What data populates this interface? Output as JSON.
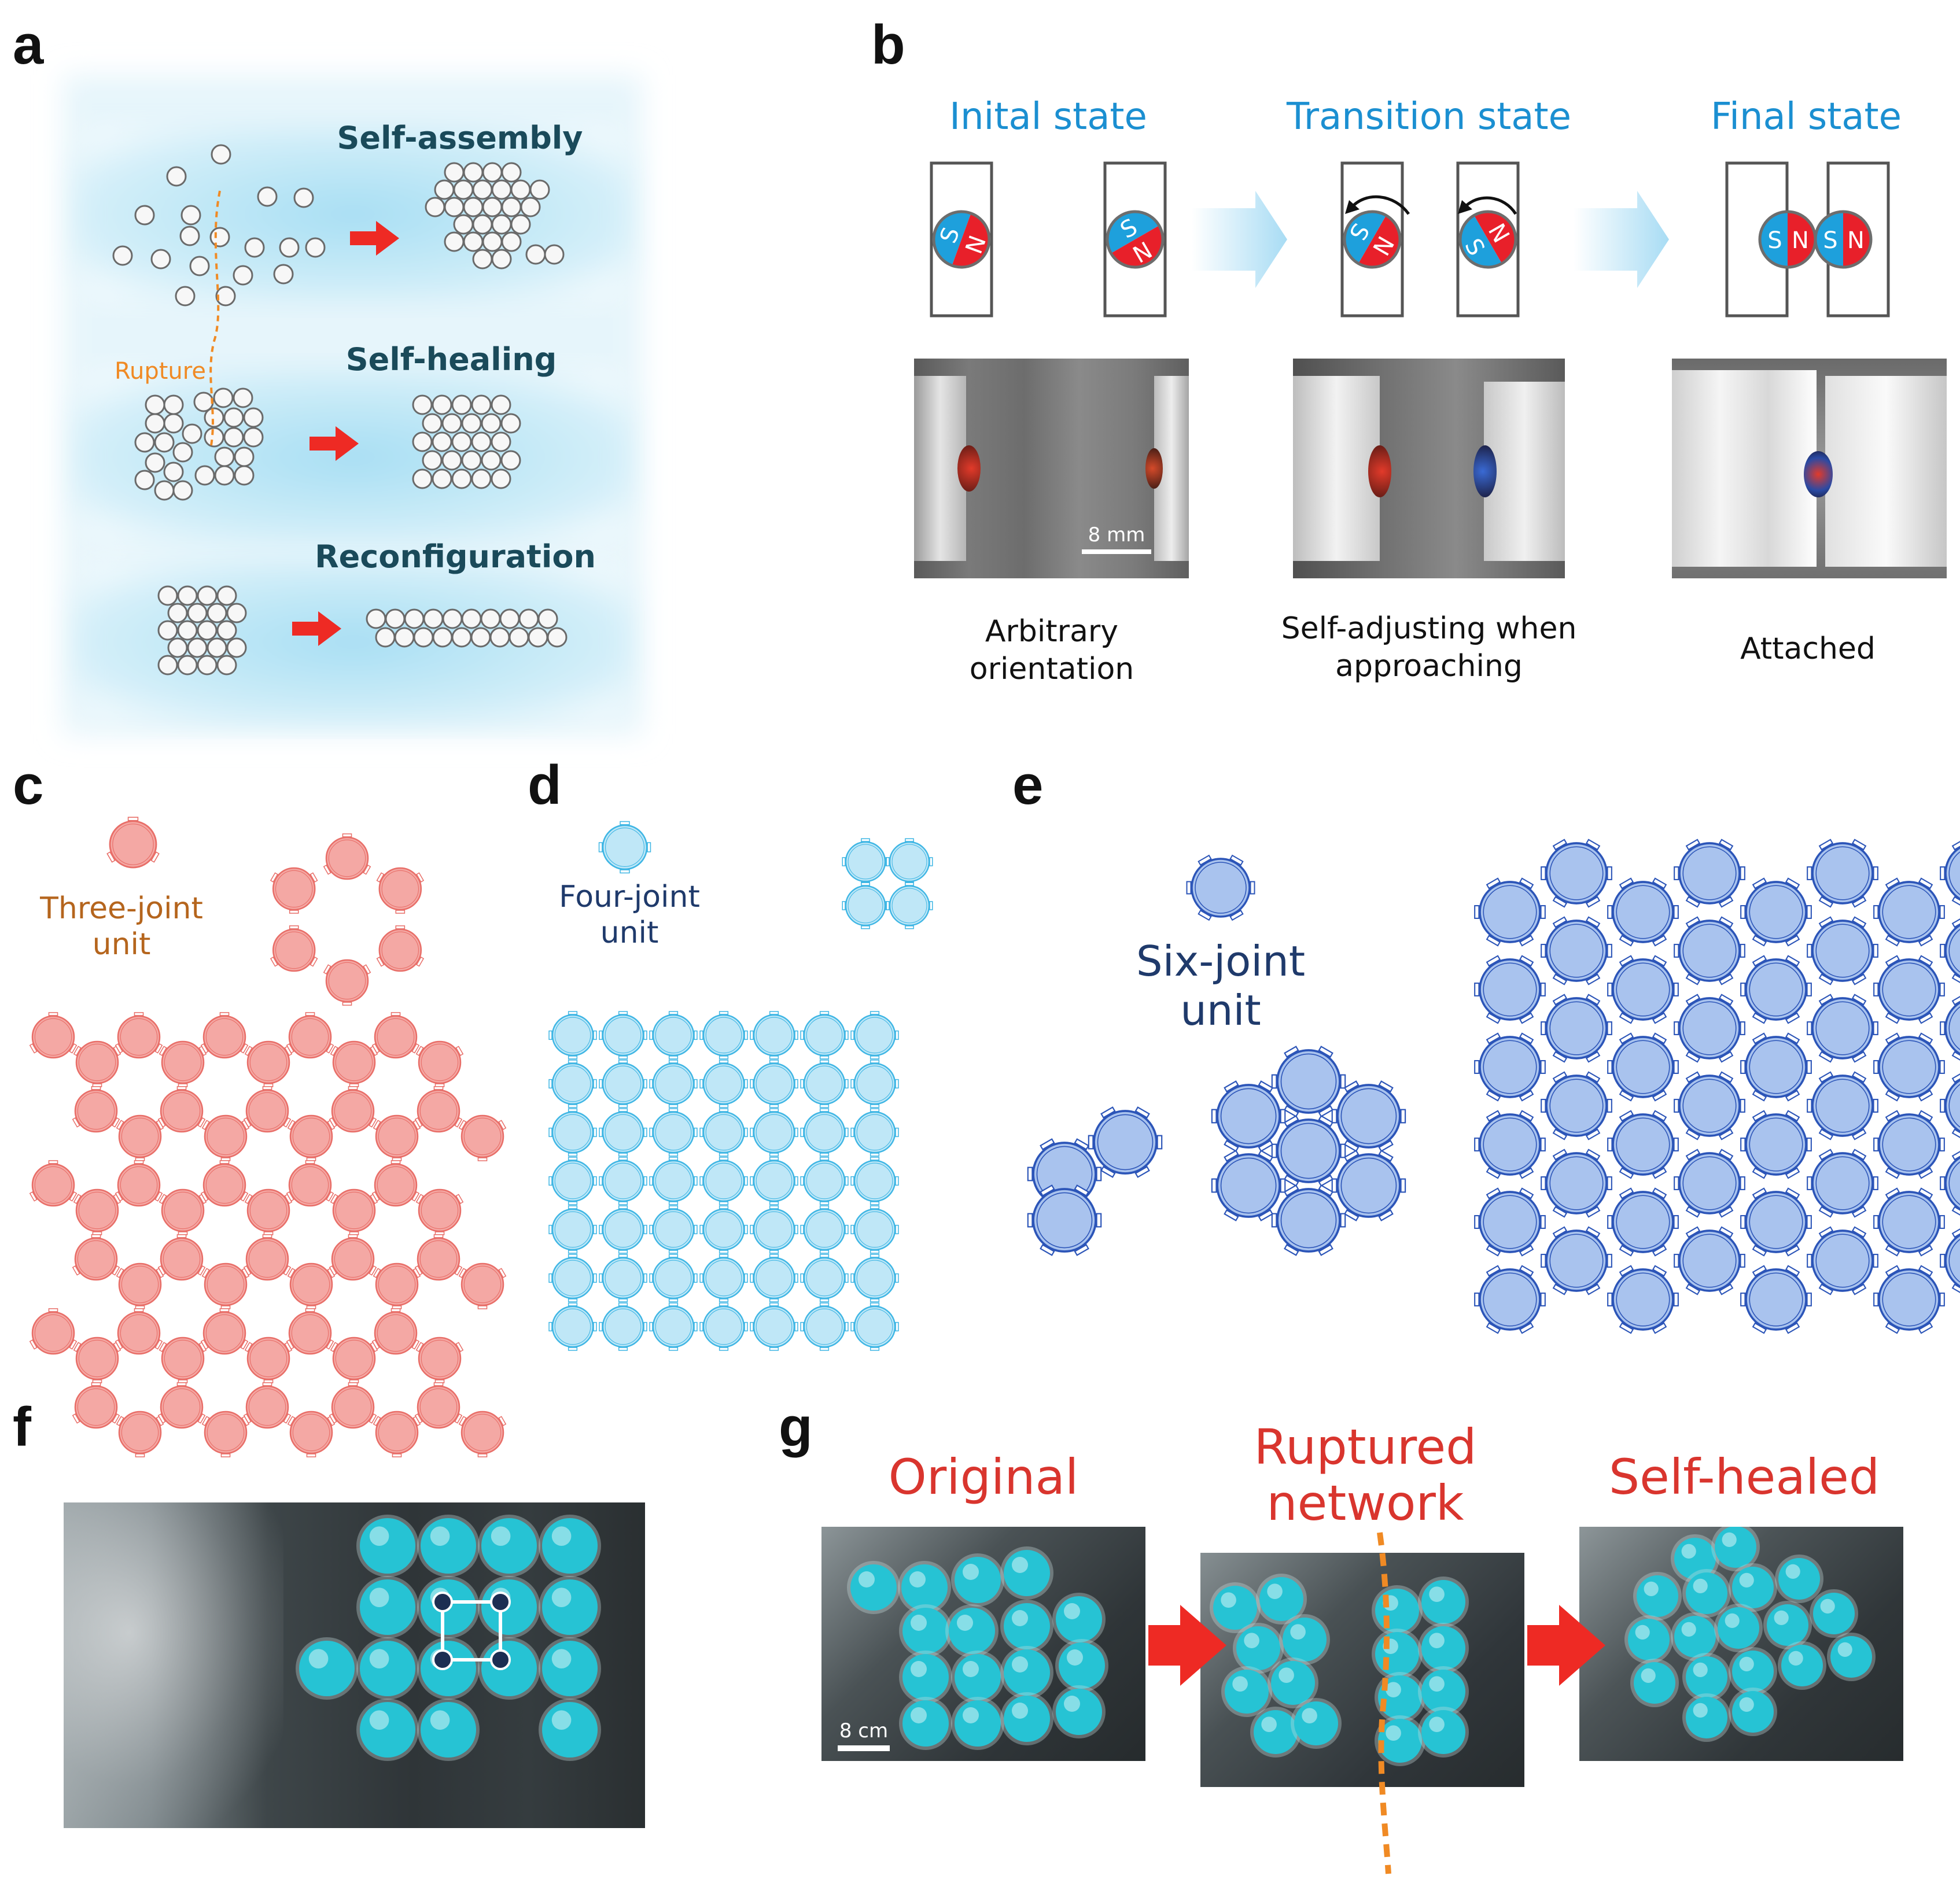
{
  "panels": {
    "a": "a",
    "b": "b",
    "c": "c",
    "d": "d",
    "e": "e",
    "f": "f",
    "g": "g"
  },
  "panel_a": {
    "self_assembly": "Self-assembly",
    "self_healing": "Self-healing",
    "rupture": "Rupture",
    "reconfiguration": "Reconfiguration",
    "colors": {
      "glow": "#bfe6f5",
      "arrow": "#ee2a24",
      "rupture_line": "#f08a24"
    }
  },
  "panel_b": {
    "states": [
      "Inital state",
      "Transition state",
      "Final state"
    ],
    "captions": [
      "Arbitrary orientation",
      "Self-adjusting when approaching",
      "Attached"
    ],
    "scale_bar": "8 mm",
    "magnet_labels": {
      "south": "S",
      "north": "N"
    },
    "colors": {
      "heading": "#1b8fd1",
      "south": "#1ea0dc",
      "north": "#e8202a",
      "arrow": "#a8dcf4"
    }
  },
  "panel_c": {
    "unit_label": "Three-joint unit",
    "colors": {
      "fill": "#f4a8a4",
      "stroke": "#e86e68",
      "label": "#b5651d"
    }
  },
  "panel_d": {
    "unit_label": "Four-joint unit",
    "colors": {
      "fill": "#bfe7f7",
      "stroke": "#3fb6e4",
      "label": "#1f3a6b"
    }
  },
  "panel_e": {
    "unit_label": "Six-joint unit",
    "colors": {
      "fill": "#a9c3ee",
      "stroke": "#2c55b8",
      "label": "#1f3a6b"
    }
  },
  "panel_g": {
    "titles": [
      "Original",
      "Ruptured network",
      "Self-healed"
    ],
    "scale_bar": "8 cm",
    "colors": {
      "title": "#d9352e",
      "arrow": "#ee2a24",
      "rupture_line": "#f08a24"
    }
  }
}
